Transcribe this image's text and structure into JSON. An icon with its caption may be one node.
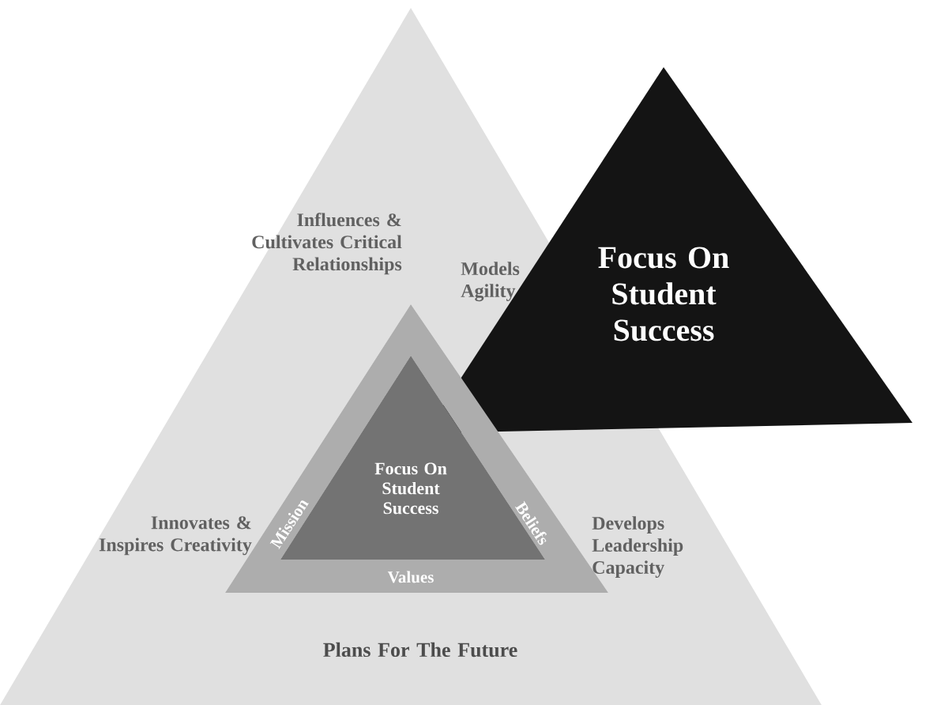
{
  "diagram": {
    "nodes": [
      {
        "text": [
          "Plans For The Future"
        ]
      },
      {
        "text": [
          "Mission",
          "Beliefs",
          "Values"
        ],
        "in": 0
      },
      {
        "text": [
          "Focus On Student Success"
        ],
        "in": 1
      },
      {
        "text": [
          "Focus On Student Success"
        ]
      }
    ],
    "labels": [
      "Influences & Cultivates Critical Relationships",
      "Models Agility",
      "Innovates & Inspires Creativity",
      "Develops Leadership Capacity"
    ]
  }
}
